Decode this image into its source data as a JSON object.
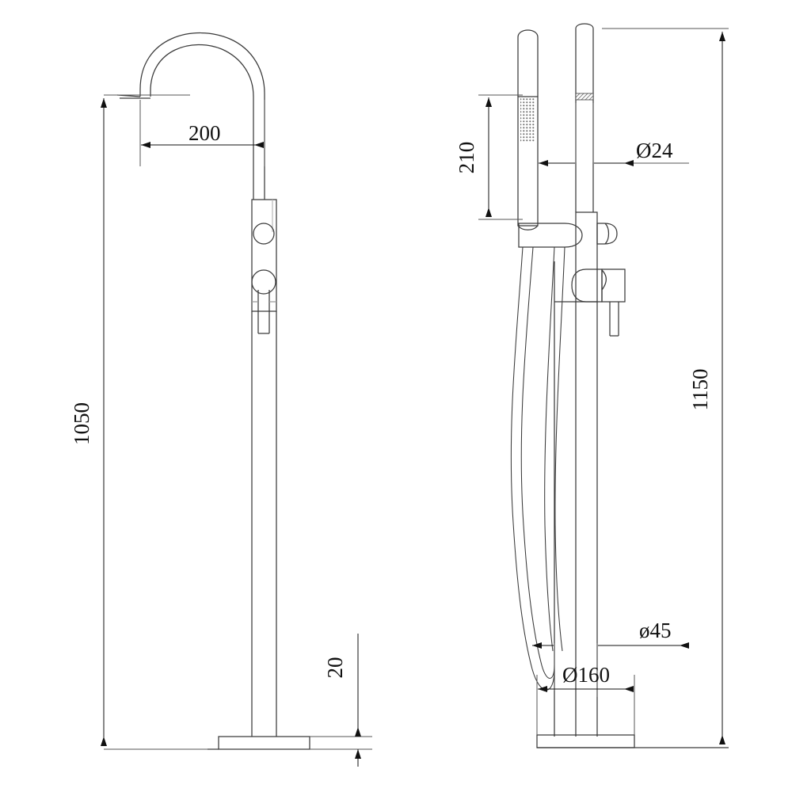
{
  "drawing": {
    "type": "technical-dimension-drawing",
    "subject": "Freestanding bath tub filler mixer tap with handheld shower",
    "units": "mm",
    "line_color": "#3a3a3a",
    "text_color": "#111111",
    "background": "#ffffff"
  },
  "views": {
    "left": {
      "name": "front-elevation-spout-view",
      "label": "Freestanding bath spout with diverter and mixer handle"
    },
    "right": {
      "name": "side-elevation-handshower-view",
      "label": "Side view with handshower, hose and mixer lever"
    }
  },
  "dimensions": {
    "spout_reach": {
      "value": "200",
      "orientation": "horizontal",
      "view": "left"
    },
    "overall_height_spout": {
      "value": "1050",
      "orientation": "vertical",
      "view": "left"
    },
    "base_plate_thickness": {
      "value": "20",
      "orientation": "vertical",
      "view": "left"
    },
    "handshower_length": {
      "value": "210",
      "orientation": "vertical",
      "view": "right"
    },
    "riser_tube_diameter": {
      "value": "Ø24",
      "orientation": "horizontal",
      "view": "right"
    },
    "overall_height_riser": {
      "value": "1150",
      "orientation": "vertical",
      "view": "right"
    },
    "column_diameter": {
      "value": "ø45",
      "orientation": "horizontal",
      "view": "right"
    },
    "base_plate_diameter": {
      "value": "Ø160",
      "orientation": "horizontal",
      "view": "right"
    }
  },
  "parts": {
    "spout": "curved-gooseneck-spout",
    "valve_body": "rectangular-valve-body",
    "diverter_knob": "round-diverter-knob",
    "mixer_handle": "round-mixer-handle-with-lever",
    "base_plate": "floor-mounting-base-plate",
    "handshower": "slim-stick-handshower",
    "handshower_cradle": "wall-cradle-bracket",
    "shower_hose": "flexible-looped-hose",
    "riser": "vertical-riser-column"
  }
}
